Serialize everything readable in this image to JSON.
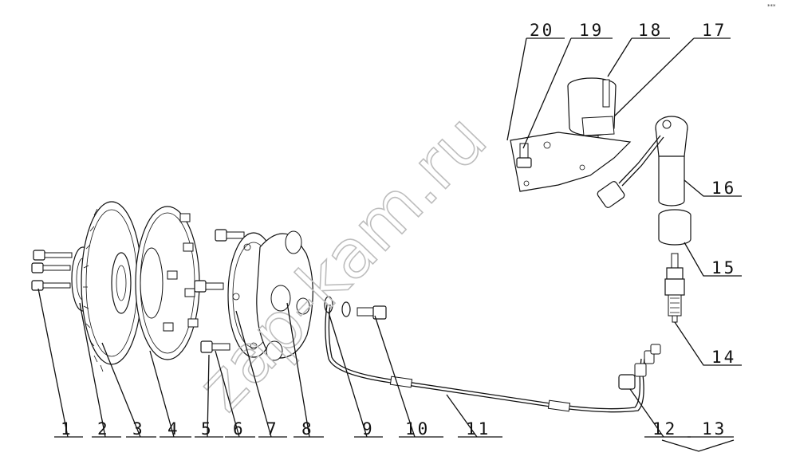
{
  "diagram": {
    "corner_mark": "*** ",
    "watermark": "zap-kam.ru",
    "callouts": [
      {
        "id": "c1",
        "label": "1"
      },
      {
        "id": "c2",
        "label": "2"
      },
      {
        "id": "c3",
        "label": "3"
      },
      {
        "id": "c4",
        "label": "4"
      },
      {
        "id": "c5",
        "label": "5"
      },
      {
        "id": "c6",
        "label": "6"
      },
      {
        "id": "c7",
        "label": "7"
      },
      {
        "id": "c8",
        "label": "8"
      },
      {
        "id": "c9",
        "label": "9"
      },
      {
        "id": "c10",
        "label": "10"
      },
      {
        "id": "c11",
        "label": "11"
      },
      {
        "id": "c12",
        "label": "12"
      },
      {
        "id": "c13",
        "label": "13"
      },
      {
        "id": "c14",
        "label": "14"
      },
      {
        "id": "c15",
        "label": "15"
      },
      {
        "id": "c16",
        "label": "16"
      },
      {
        "id": "c17",
        "label": "17"
      },
      {
        "id": "c18",
        "label": "18"
      },
      {
        "id": "c19",
        "label": "19"
      },
      {
        "id": "c20",
        "label": "20"
      }
    ]
  }
}
